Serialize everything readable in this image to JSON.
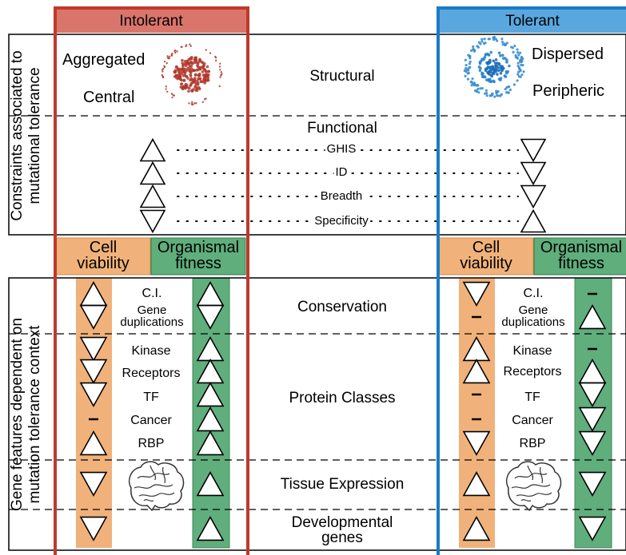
{
  "columns": {
    "intolerant": "Intolerant",
    "tolerant": "Tolerant"
  },
  "side_labels": {
    "top_line1": "Constraints associated to",
    "top_line2": "mutational tolerance",
    "bottom_line1": "Gene features dependent on",
    "bottom_line2": "mutation tolerance context"
  },
  "structural": {
    "center": "Structural",
    "intolerant_a": "Aggregated",
    "intolerant_b": "Central",
    "tolerant_a": "Dispersed",
    "tolerant_b": "Peripheric"
  },
  "functional": {
    "title": "Functional",
    "rows": [
      {
        "label": "GHIS",
        "intolerant": "up",
        "tolerant": "down"
      },
      {
        "label": "ID",
        "intolerant": "up",
        "tolerant": "down"
      },
      {
        "label": "Breadth",
        "intolerant": "up",
        "tolerant": "down"
      },
      {
        "label": "Specificity",
        "intolerant": "down",
        "tolerant": "up"
      }
    ]
  },
  "subheaders": {
    "cell_line1": "Cell",
    "cell_line2": "viability",
    "org_line1": "Organismal",
    "org_line2": "fitness"
  },
  "features": {
    "conservation": {
      "center": "Conservation",
      "labels": [
        "C.I.",
        "Gene",
        "duplications"
      ],
      "intolerant_cell": [
        "up",
        "down"
      ],
      "intolerant_org": [
        "up",
        "down"
      ],
      "tolerant_cell": [
        "down",
        "dash"
      ],
      "tolerant_org": [
        "dash",
        "up"
      ]
    },
    "protein_classes": {
      "center": "Protein Classes",
      "labels": [
        "Kinase",
        "Receptors",
        "TF",
        "Cancer",
        "RBP"
      ],
      "intolerant_cell": [
        "down",
        "down",
        "down",
        "dash",
        "up"
      ],
      "intolerant_org": [
        "up",
        "up",
        "up",
        "up",
        "up"
      ],
      "tolerant_cell": [
        "up",
        "up",
        "dash",
        "dash",
        "down"
      ],
      "tolerant_org": [
        "dash",
        "up",
        "down",
        "down",
        "down"
      ]
    },
    "tissue_expression": {
      "center": "Tissue Expression",
      "intolerant_cell": [
        "down"
      ],
      "intolerant_org": [
        "up"
      ],
      "tolerant_cell": [
        "up"
      ],
      "tolerant_org": [
        "down"
      ]
    },
    "developmental": {
      "center_line1": "Developmental",
      "center_line2": "genes",
      "intolerant_cell": [
        "down"
      ],
      "intolerant_org": [
        "up"
      ],
      "tolerant_cell": [
        "up"
      ],
      "tolerant_org": [
        "down"
      ]
    }
  },
  "colors": {
    "intolerant": "#c0392b",
    "intolerant_header": "#d9756b",
    "tolerant": "#1b7bc4",
    "tolerant_header": "#5aa7e0",
    "cell_viability": "#f0b27a",
    "organismal_fitness": "#5fae7c"
  },
  "icons": {
    "intolerant_network": "aggregated-network-icon",
    "tolerant_network": "dispersed-network-icon",
    "brain": "brain-icon"
  }
}
